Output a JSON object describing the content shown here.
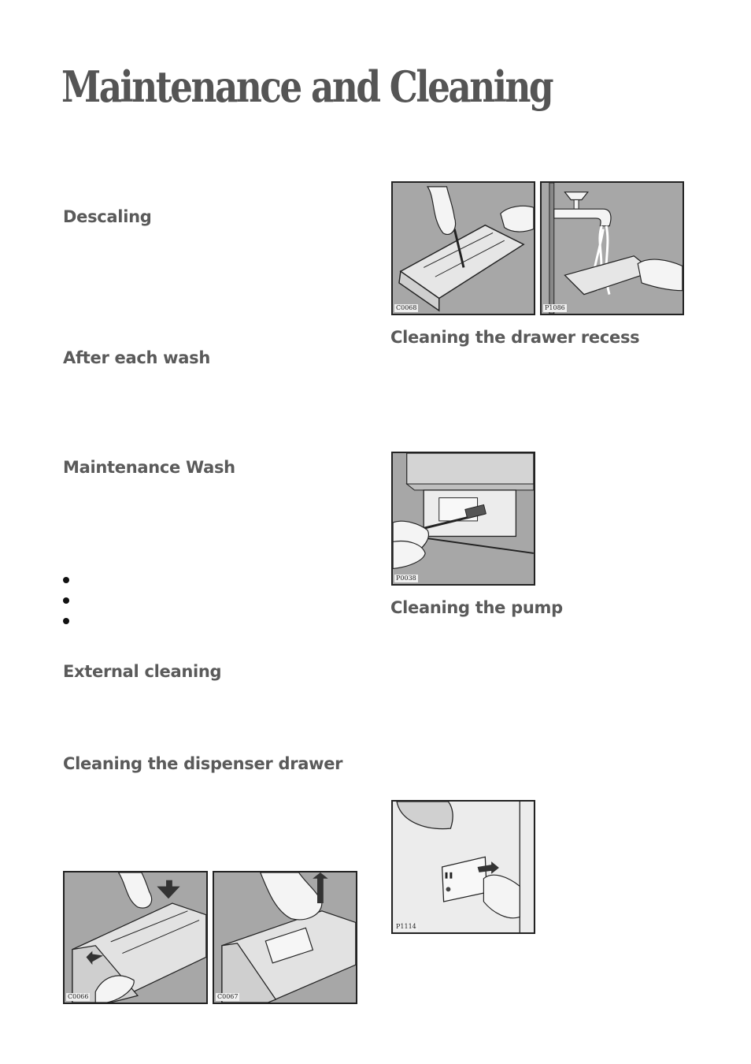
{
  "page": {
    "title": "Maintenance and Cleaning"
  },
  "sections": {
    "descaling": "Descaling",
    "after_each_wash": "After each wash",
    "maintenance_wash": "Maintenance Wash",
    "external_cleaning": "External cleaning",
    "cleaning_dispenser_drawer": "Cleaning the dispenser drawer",
    "cleaning_drawer_recess": "Cleaning the drawer recess",
    "cleaning_pump": "Cleaning the pump"
  },
  "figures": {
    "brush_drawer": "C0068",
    "tap_rinse": "P1086",
    "recess_brush": "P0038",
    "pump_flap": "P1114",
    "drawer_release": "C0066",
    "siphon_lift": "C0067"
  }
}
